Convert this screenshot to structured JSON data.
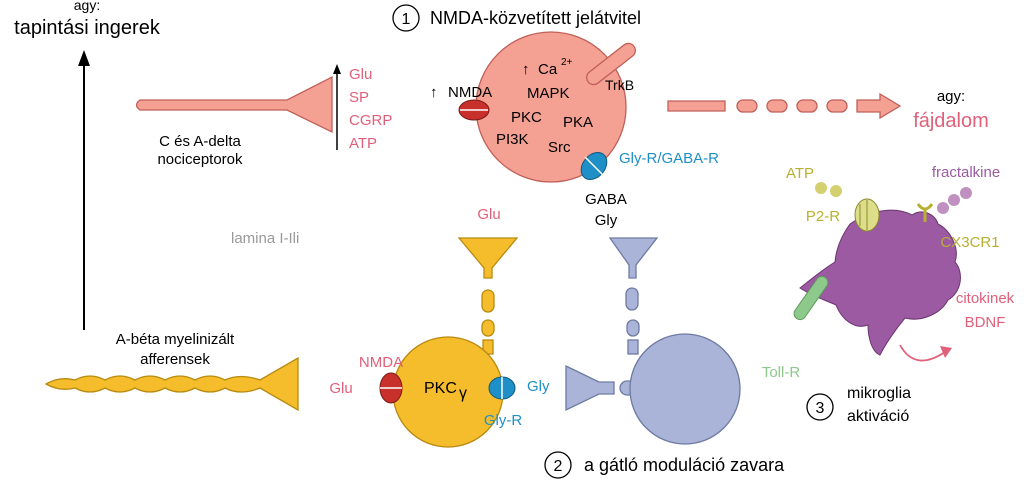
{
  "colors": {
    "salmon": "#f4a093",
    "salmon_stroke": "#c0605a",
    "pink_text": "#e0607a",
    "yellow": "#f5bd2c",
    "yellow_stroke": "#b88a10",
    "lavender": "#a9b4d8",
    "lavender_stroke": "#6f7aa3",
    "purple": "#9b5aa2",
    "olive": "#b8b030",
    "green": "#8dc98a",
    "blue": "#1f8fc8",
    "gray": "#9a9a9a",
    "red_receptor": "#c8302c"
  },
  "top_left": {
    "agy": "agy:",
    "tapintasi": "tapintási ingerek"
  },
  "section1": {
    "number": "1",
    "title": "NMDA-közvetített jelátvitel"
  },
  "nociceptor": {
    "label_line1": "C és A-delta",
    "label_line2": "nociceptorok",
    "transmitters": [
      "Glu",
      "SP",
      "CGRP",
      "ATP"
    ]
  },
  "neuron1": {
    "nmda": "NMDA",
    "up_arrow": "↑",
    "ca": "Ca",
    "ca_sup": "2+",
    "trkb": "TrkB",
    "mapk": "MAPK",
    "pkc": "PKC",
    "pka": "PKA",
    "pi3k": "PI3K",
    "src": "Src",
    "glyr_gabar": "Gly-R/GABA-R",
    "gaba": "GABA",
    "gly": "Gly"
  },
  "pain": {
    "agy": "agy:",
    "fajdalom": "fájdalom"
  },
  "lamina": "lamina I-Ili",
  "glu_top": "Glu",
  "abeta": {
    "line1": "A-béta myelinizált",
    "line2": "afferensek"
  },
  "neuron2": {
    "nmda": "NMDA",
    "glu": "Glu",
    "pkc": "PKC",
    "gamma": "γ",
    "gly": "Gly",
    "glyr": "Gly-R"
  },
  "section2": {
    "number": "2",
    "title": "a gátló moduláció zavara"
  },
  "microglia": {
    "atp": "ATP",
    "p2r": "P2-R",
    "fractalkine": "fractalkine",
    "cx3cr1": "CX3CR1",
    "citokinek": "citokinek",
    "bdnf": "BDNF",
    "tollr": "Toll-R"
  },
  "section3": {
    "number": "3",
    "line1": "mikroglia",
    "line2": "aktiváció"
  }
}
